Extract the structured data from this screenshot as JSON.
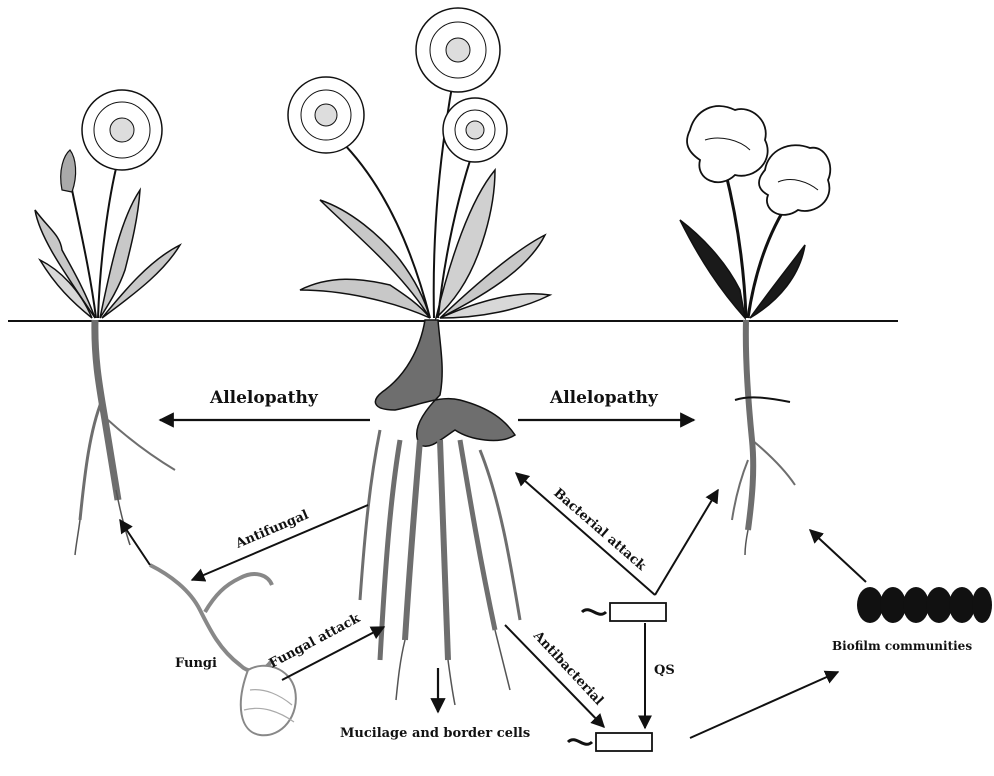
{
  "labels": {
    "allelopathy_left": "Allelopathy",
    "allelopathy_right": "Allelopathy",
    "antifungal": "Antifungal",
    "fungal_attack": "Fungal attack",
    "fungi": "Fungi",
    "bacterial_attack": "Bacterial attack",
    "antibacterial": "Antibacterial",
    "qs": "QS",
    "mucilage": "Mucilage and border  cells",
    "biofilm": "Biofilm communities"
  },
  "colors": {
    "ink": "#111111",
    "root_fill": "#6e6e6e",
    "leaf_fill": "#c8c8c8",
    "petal_fill": "#ffffff",
    "dark_leaf": "#1a1a1a"
  }
}
